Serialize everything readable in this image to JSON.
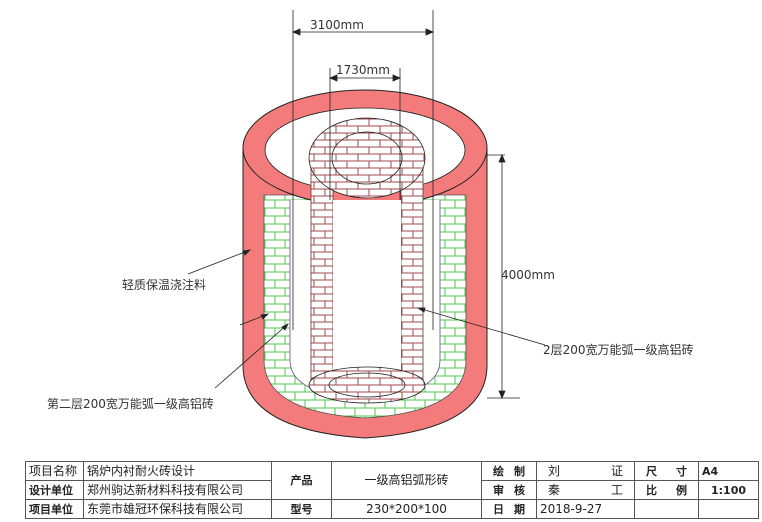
{
  "drawing": {
    "dimensions": {
      "outer_diameter": "3100mm",
      "inner_diameter": "1730mm",
      "height": "4000mm"
    },
    "callouts": {
      "insulation": "轻质保温浇注料",
      "second_layer": "第二层200宽万能弧一级高铝砖",
      "inner_layer": "2层200宽万能弧一级高铝砖"
    },
    "colors": {
      "castable": "#f47b7b",
      "second_layer_brick": "#4cc94c",
      "inner_brick": "#9c4a4a",
      "line": "#222222"
    }
  },
  "title_block": {
    "project_name_label": "项目名称",
    "project_name": "锅炉内衬耐火砖设计",
    "design_unit_label": "设计单位",
    "design_unit": "郑州驹达新材料科技有限公司",
    "project_unit_label": "项目单位",
    "project_unit": "东莞市雄冠环保科技有限公司",
    "product_label": "产品",
    "product": "一级高铝弧形砖",
    "model_label": "型号",
    "model": "230*200*100",
    "drawn_label_a": "绘",
    "drawn_label_b": "制",
    "drawn_by_a": "刘",
    "drawn_by_b": "证",
    "review_label_a": "审",
    "review_label_b": "核",
    "reviewed_by_a": "秦",
    "reviewed_by_b": "工",
    "date_label_a": "日",
    "date_label_b": "期",
    "date": "2018-9-27",
    "size_label_a": "尺",
    "size_label_b": "寸",
    "size": "A4",
    "scale_label_a": "比",
    "scale_label_b": "例",
    "scale": "1:100"
  }
}
